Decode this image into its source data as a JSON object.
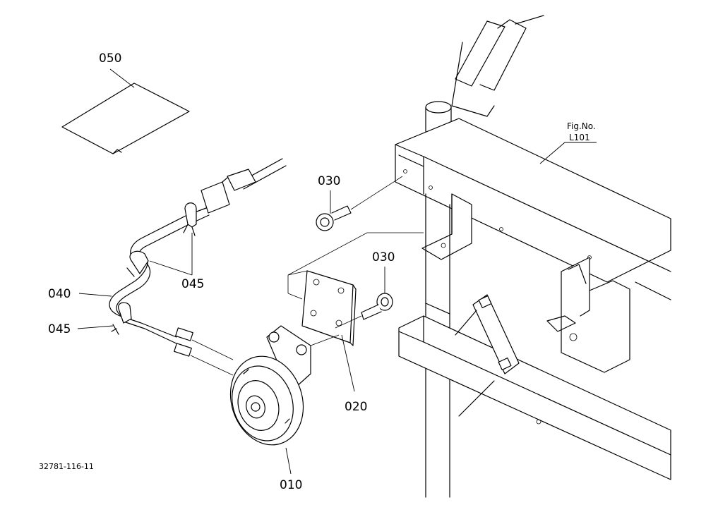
{
  "diagram": {
    "callouts": {
      "c050": "050",
      "c030a": "030",
      "c030b": "030",
      "c045a": "045",
      "c045b": "045",
      "c040": "040",
      "c020": "020",
      "c010": "010"
    },
    "fig_ref": {
      "line1": "Fig.No.",
      "line2": "L101"
    },
    "drawing_number": "32781-116-11"
  }
}
